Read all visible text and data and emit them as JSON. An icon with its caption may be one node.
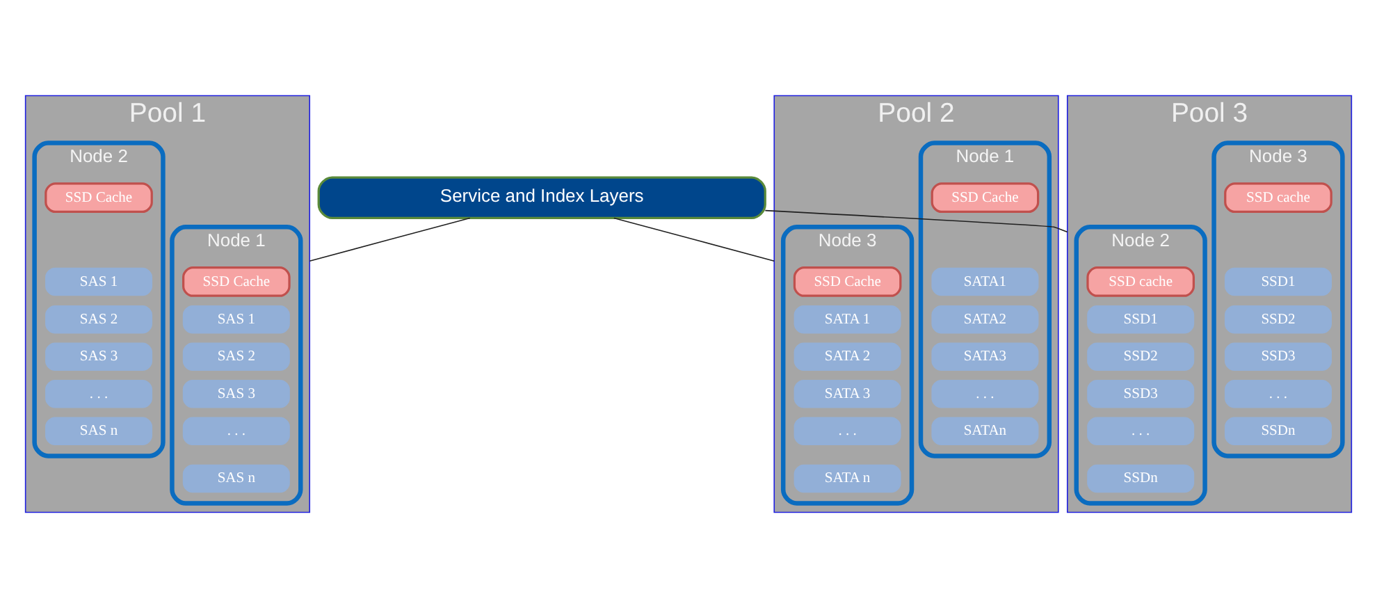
{
  "diagram": {
    "nodes": [
      {
        "text": [
          "Service and Index Layers"
        ]
      },
      {
        "text": [
          "Pool 1"
        ]
      },
      {
        "text": [
          "Node 1"
        ],
        "in": 1
      },
      {
        "text": [
          "SSD Cache"
        ],
        "in": 2
      },
      {
        "text": [
          "SAS 1"
        ],
        "in": 2
      },
      {
        "text": [
          "SAS 2"
        ],
        "in": 2
      },
      {
        "text": [
          "SAS 3"
        ],
        "in": 2
      },
      {
        "text": [
          ". . ."
        ],
        "in": 2
      },
      {
        "text": [
          "SAS n"
        ],
        "in": 2
      },
      {
        "text": [
          "Node 2"
        ],
        "in": 1
      },
      {
        "text": [
          "SSD Cache"
        ],
        "in": 9
      },
      {
        "text": [
          "SAS 1"
        ],
        "in": 9
      },
      {
        "text": [
          "SAS 2"
        ],
        "in": 9
      },
      {
        "text": [
          "SAS 3"
        ],
        "in": 9
      },
      {
        "text": [
          ". . ."
        ],
        "in": 9
      },
      {
        "text": [
          "SAS n"
        ],
        "in": 9
      },
      {
        "text": [
          "Pool 2"
        ]
      },
      {
        "text": [
          "Node 3"
        ],
        "in": 16
      },
      {
        "text": [
          "SSD Cache"
        ],
        "in": 17
      },
      {
        "text": [
          "SATA 1"
        ],
        "in": 17
      },
      {
        "text": [
          "SATA 2"
        ],
        "in": 17
      },
      {
        "text": [
          "SATA 3"
        ],
        "in": 17
      },
      {
        "text": [
          ". . ."
        ],
        "in": 17
      },
      {
        "text": [
          "SATA n"
        ],
        "in": 17
      },
      {
        "text": [
          "Node 1"
        ],
        "in": 16
      },
      {
        "text": [
          "SSD Cache"
        ],
        "in": 24
      },
      {
        "text": [
          "SATA1"
        ],
        "in": 24
      },
      {
        "text": [
          "SATA2"
        ],
        "in": 24
      },
      {
        "text": [
          "SATA3"
        ],
        "in": 24
      },
      {
        "text": [
          ". . ."
        ],
        "in": 24
      },
      {
        "text": [
          "SATAn"
        ],
        "in": 24
      },
      {
        "text": [
          "Pool 3"
        ]
      },
      {
        "text": [
          "Node 2"
        ],
        "in": 31
      },
      {
        "text": [
          "SSD cache"
        ],
        "in": 32
      },
      {
        "text": [
          "SSD1"
        ],
        "in": 32
      },
      {
        "text": [
          "SSD2"
        ],
        "in": 32
      },
      {
        "text": [
          "SSD3"
        ],
        "in": 32
      },
      {
        "text": [
          ". . ."
        ],
        "in": 32
      },
      {
        "text": [
          "SSDn"
        ],
        "in": 32
      },
      {
        "text": [
          "Node 3"
        ],
        "in": 31
      },
      {
        "text": [
          "SSD cache"
        ],
        "in": 39
      },
      {
        "text": [
          "SSD1"
        ],
        "in": 39
      },
      {
        "text": [
          "SSD2"
        ],
        "in": 39
      },
      {
        "text": [
          "SSD3"
        ],
        "in": 39
      },
      {
        "text": [
          ". . ."
        ],
        "in": 39
      },
      {
        "text": [
          "SSDn"
        ],
        "in": 39
      }
    ],
    "edges": [
      {
        "from": 0,
        "to": 1,
        "arrow": "none"
      },
      {
        "from": 0,
        "to": 16,
        "arrow": "none"
      },
      {
        "from": 0,
        "to": 31,
        "arrow": "none"
      }
    ]
  }
}
